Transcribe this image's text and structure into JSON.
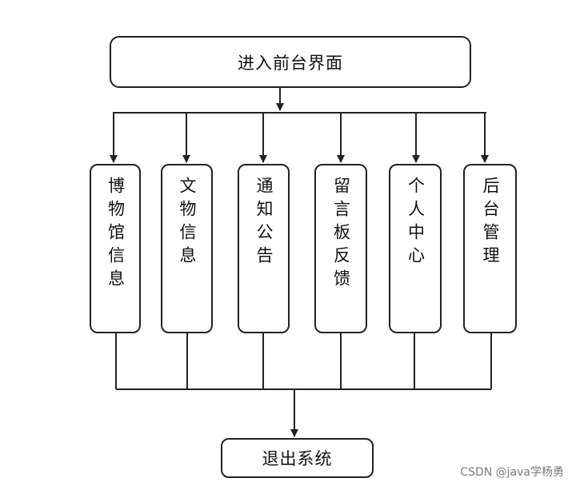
{
  "diagram": {
    "entry": "进入前台界面",
    "modules": [
      {
        "label": "博物馆信息"
      },
      {
        "label": "文物信息"
      },
      {
        "label": "通知公告"
      },
      {
        "label": "留言板反馈"
      },
      {
        "label": "个人中心"
      },
      {
        "label": "后台管理"
      }
    ],
    "exit": "退出系统"
  },
  "watermark": "CSDN @java学杨勇"
}
